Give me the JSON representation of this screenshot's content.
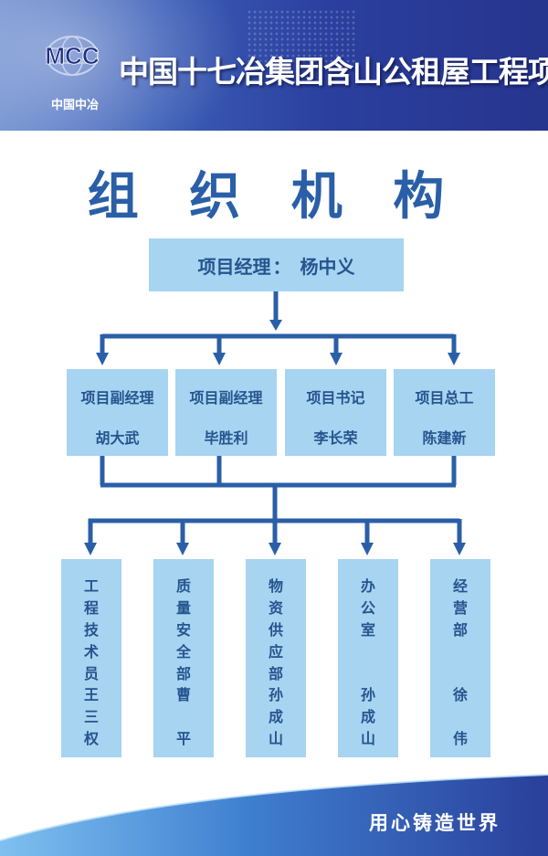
{
  "banner": {
    "title": "中国十七冶集团含山公租屋工程项目经理部",
    "logo_text": "MCC",
    "logo_subtitle": "中国中冶"
  },
  "heading": "组 织 机 构",
  "top": {
    "role": "项目经理",
    "separator": "：",
    "name": "杨中义"
  },
  "middle": [
    {
      "role": "项目副经理",
      "name": "胡大武"
    },
    {
      "role": "项目副经理",
      "name": "毕胜利"
    },
    {
      "role": "项目书记",
      "name": "李长荣"
    },
    {
      "role": "项目总工",
      "name": "陈建新"
    }
  ],
  "bottom": [
    {
      "role": [
        "工",
        "程",
        "技",
        "术",
        "员"
      ],
      "name": [
        "王",
        "三",
        "权"
      ]
    },
    {
      "role": [
        "质",
        "量",
        "安",
        "全",
        "部"
      ],
      "name": [
        "曹",
        "",
        "平"
      ]
    },
    {
      "role": [
        "物",
        "资",
        "供",
        "应",
        "部"
      ],
      "name": [
        "孙",
        "成",
        "山"
      ]
    },
    {
      "role": [
        "办",
        "公",
        "室"
      ],
      "name": [
        "孙",
        "成",
        "山"
      ]
    },
    {
      "role": [
        "经",
        "营",
        "部"
      ],
      "name": [
        "徐",
        "",
        "伟"
      ]
    }
  ],
  "footer": {
    "slogan": "用心铸造世界"
  },
  "colors": {
    "box_fill": "#a7d4f1",
    "line": "#2a5fa8",
    "heading": "#2a5fa8",
    "banner": "#2b3f9e"
  }
}
